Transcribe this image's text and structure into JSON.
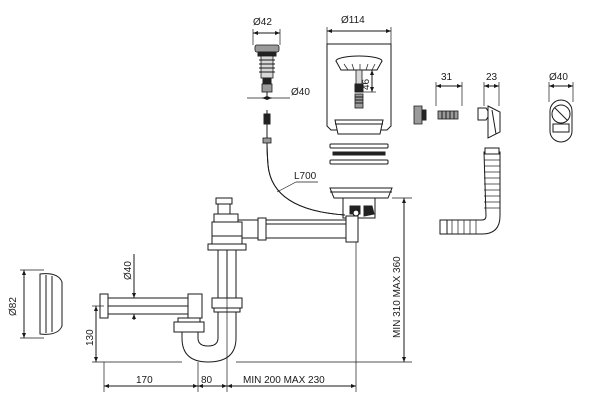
{
  "dimensions": {
    "d42": "Ø42",
    "d114": "Ø114",
    "d40_plug": "Ø40",
    "h46": "46",
    "w31": "31",
    "w23": "23",
    "d40_side": "Ø40",
    "l700": "L700",
    "d40_pipe": "Ø40",
    "d82": "Ø82",
    "h130": "130",
    "w170": "170",
    "w80": "80",
    "min_max_w": "MIN 200 MAX 230",
    "min_max_h": "MIN 310 MAX 360"
  },
  "colors": {
    "line": "#1a1a1a",
    "fill_dark": "#222222",
    "fill_mid": "#9a9a9a",
    "fill_light": "#d8d8d8"
  }
}
